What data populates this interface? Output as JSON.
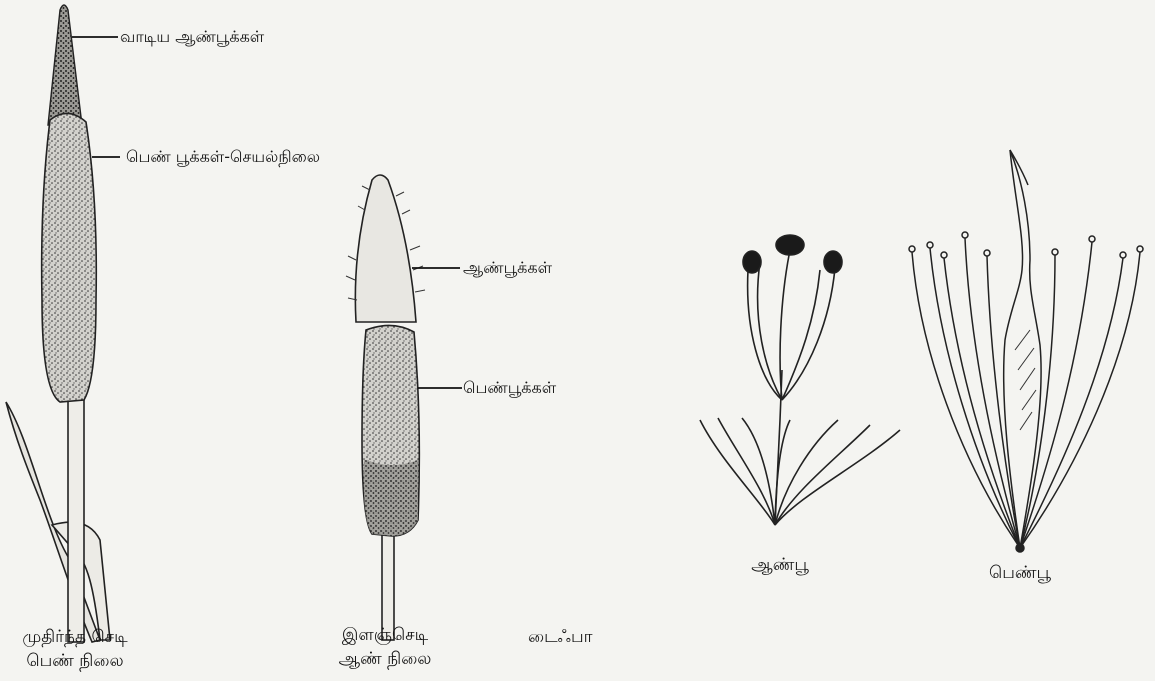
{
  "figure": {
    "title": "டைஃபா",
    "mature_plant": {
      "caption_line1": "முதிர்ந்த செடி",
      "caption_line2": "பெண் நிலை",
      "label_withered_male": "வாடிய ஆண்பூக்கள்",
      "label_female_active": "பெண் பூக்கள்-செயல்நிலை"
    },
    "young_plant": {
      "caption_line1": "இளஞ்செடி",
      "caption_line2": "ஆண் நிலை",
      "label_male_flowers": "ஆண்பூக்கள்",
      "label_female_flowers": "பெண்பூக்கள்"
    },
    "male_flower": {
      "caption": "ஆண்பூ"
    },
    "female_flower": {
      "caption": "பெண்பூ"
    }
  },
  "colors": {
    "background": "#f4f4f1",
    "ink": "#141414",
    "spike_shade": "#8a8a86"
  }
}
